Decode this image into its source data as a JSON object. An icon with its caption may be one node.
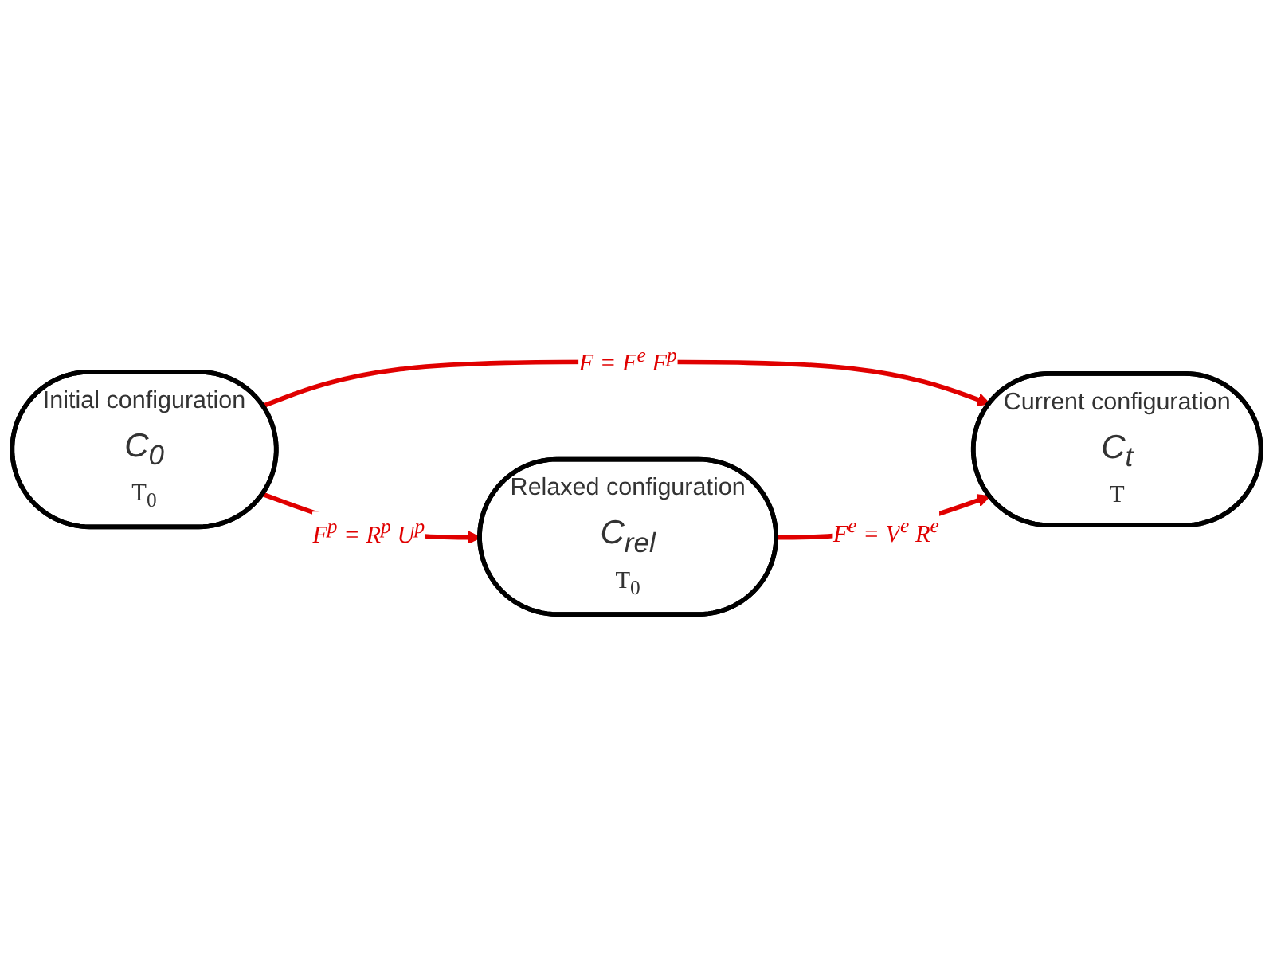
{
  "diagram": {
    "nodes": [
      {
        "text": [
          "Initial configuration",
          "C$_{0}$",
          "T$_{0}$"
        ]
      },
      {
        "text": [
          "Current configuration",
          "C$_{t}$",
          "T"
        ]
      },
      {
        "text": [
          "Relaxed configuration",
          "C$_{rel}$",
          "T$_{0}$"
        ]
      }
    ],
    "edges": [
      {
        "from": 0,
        "to": 1,
        "arrow": "to",
        "label": "F = F$^{e}$ F$^{p}$"
      },
      {
        "from": 0,
        "to": 2,
        "arrow": "to",
        "label": "F$^{p}$ = R$^{p}$ U$^{p}$"
      },
      {
        "from": 2,
        "to": 1,
        "arrow": "to",
        "label": "F$^{e}$ = V$^{e}$ R$^{e}$"
      }
    ]
  }
}
